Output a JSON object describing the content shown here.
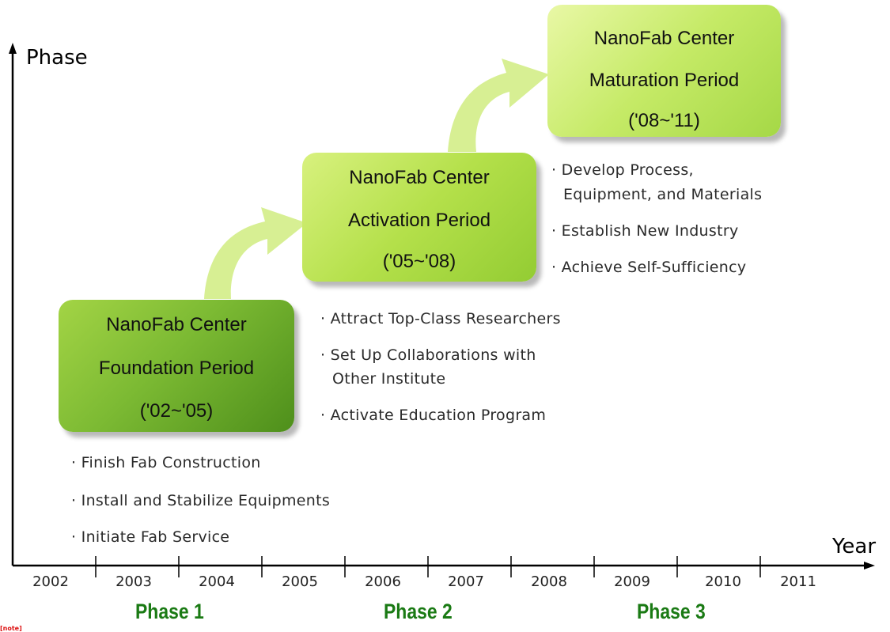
{
  "axes": {
    "y_label": "Phase",
    "x_label": "Year"
  },
  "years": [
    "2002",
    "2003",
    "2004",
    "2005",
    "2006",
    "2007",
    "2008",
    "2009",
    "2010",
    "2011"
  ],
  "phases": [
    "Phase 1",
    "Phase 2",
    "Phase 3"
  ],
  "periods": [
    {
      "line1": "NanoFab Center",
      "line2": "Foundation Period",
      "line3": "('02~'05)",
      "tasks": [
        "· Finish Fab Construction",
        "· Install and Stabilize Equipments",
        "· Initiate Fab Service"
      ]
    },
    {
      "line1": "NanoFab Center",
      "line2": "Activation Period",
      "line3": "('05~'08)",
      "tasks": [
        "· Attract Top-Class Researchers",
        "· Set Up Collaborations with",
        "Other Institute",
        "· Activate Education Program"
      ]
    },
    {
      "line1": "NanoFab Center",
      "line2": "Maturation Period",
      "line3": "('08~'11)",
      "tasks": [
        "· Develop Process,",
        "Equipment, and Materials",
        "· Establish New Industry",
        "· Achieve Self-Sufficiency"
      ]
    }
  ],
  "corner_stamp": "[note]",
  "colors": {
    "phase_text": "#1a7a14",
    "arrow": "#d7ef93",
    "box1": "#7cba33",
    "box2": "#b4e04a",
    "box3": "#c5ea66"
  }
}
